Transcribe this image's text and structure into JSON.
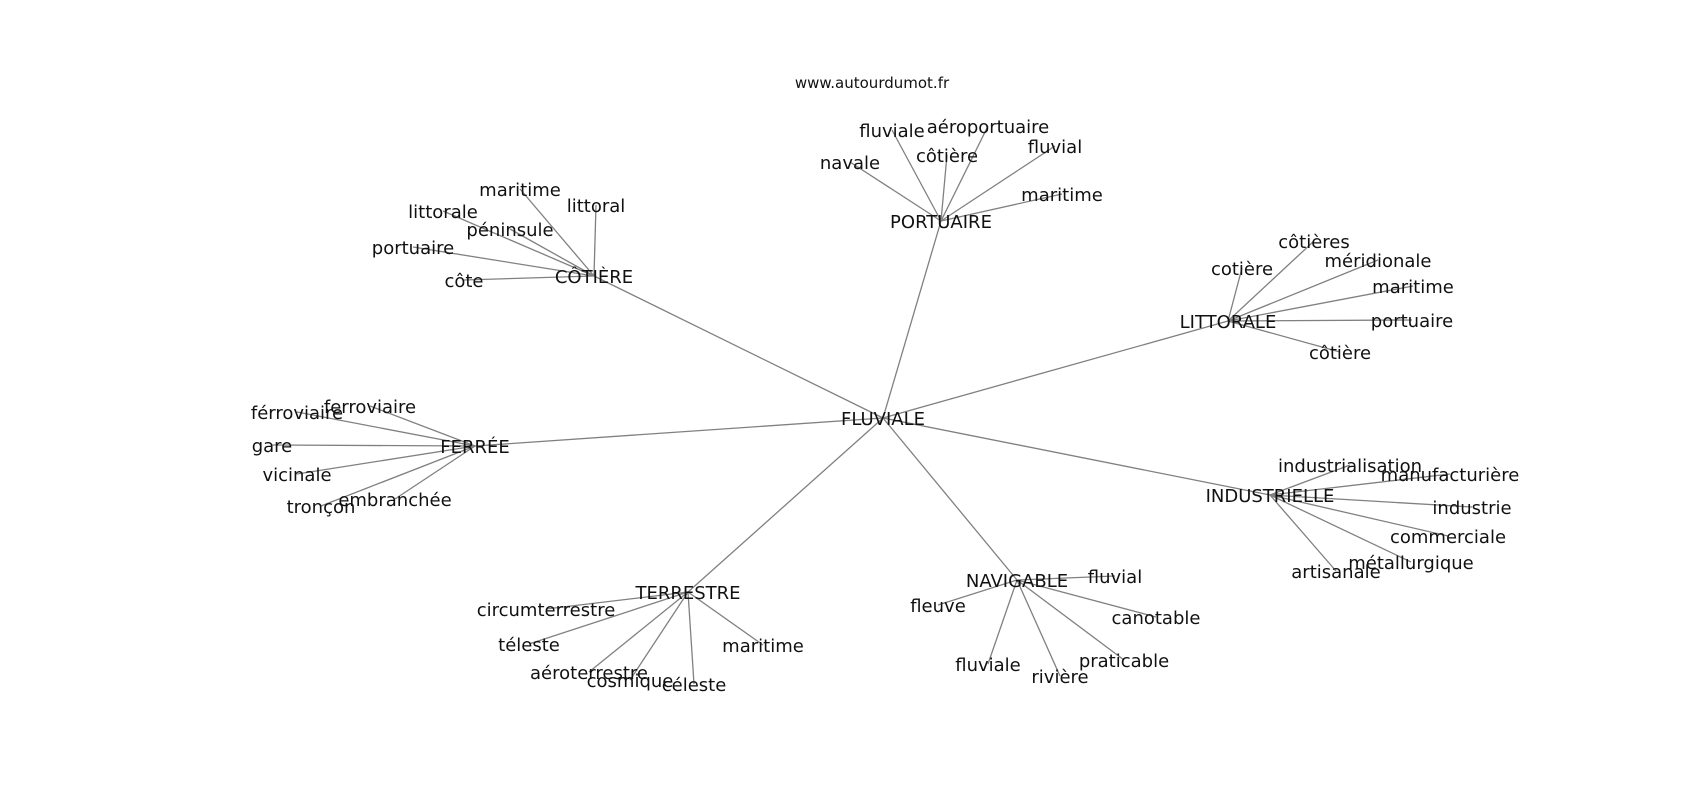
{
  "source_label": "www.autourdumot.fr",
  "center": {
    "word": "FLUVIALE"
  },
  "clusters": [
    {
      "word": "PORTUAIRE",
      "leaves": [
        "fluviale",
        "aéroportuaire",
        "navale",
        "côtière",
        "fluvial",
        "maritime"
      ]
    },
    {
      "word": "CÔTIÈRE",
      "leaves": [
        "maritime",
        "littoral",
        "littorale",
        "péninsule",
        "portuaire",
        "côte"
      ]
    },
    {
      "word": "LITTORALE",
      "leaves": [
        "côtières",
        "cotière",
        "méridionale",
        "maritime",
        "portuaire",
        "côtière"
      ]
    },
    {
      "word": "FERRÉE",
      "leaves": [
        "ferroviaire",
        "férroviaire",
        "gare",
        "vicinale",
        "embranchée",
        "tronçon"
      ]
    },
    {
      "word": "INDUSTRIELLE",
      "leaves": [
        "industrialisation",
        "manufacturière",
        "industrie",
        "commerciale",
        "métallurgique",
        "artisanale"
      ]
    },
    {
      "word": "NAVIGABLE",
      "leaves": [
        "fluvial",
        "fleuve",
        "canotable",
        "praticable",
        "rivière",
        "fluviale"
      ]
    },
    {
      "word": "TERRESTRE",
      "leaves": [
        "circumterrestre",
        "téleste",
        "maritime",
        "aéroterrestre",
        "cosmique",
        "céleste"
      ]
    }
  ]
}
